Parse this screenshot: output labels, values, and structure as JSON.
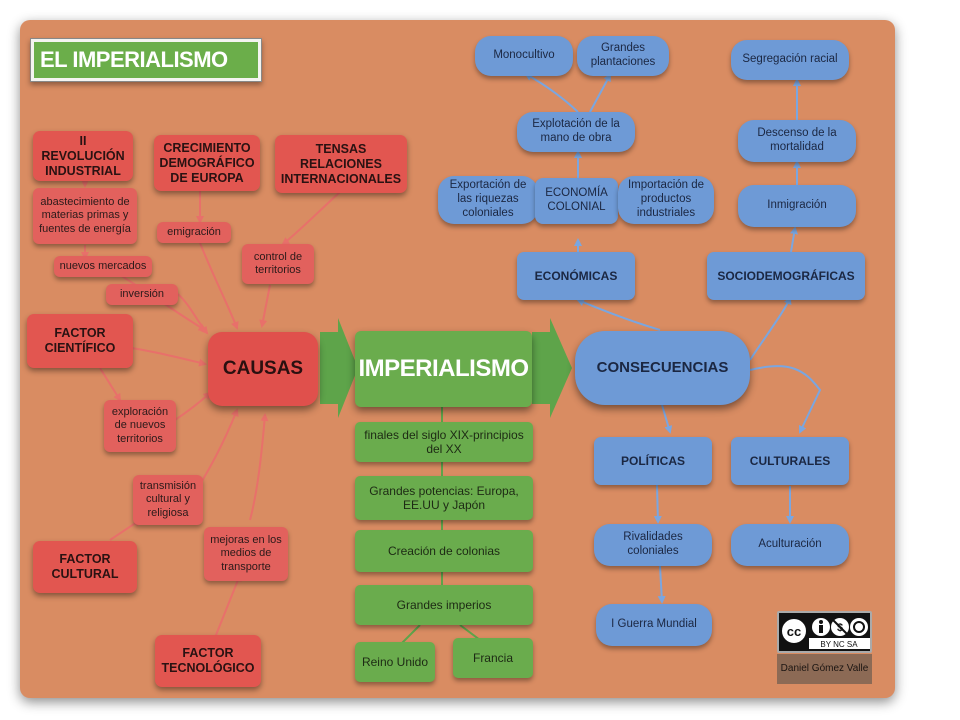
{
  "title": "EL IMPERIALISMO",
  "center": {
    "causas": "CAUSAS",
    "imperialismo": "IMPERIALISMO",
    "consecuencias": "CONSECUENCIAS"
  },
  "causes": {
    "revolucion": "II REVOLUCIÓN INDUSTRIAL",
    "abastecimiento": "abastecimiento de materias primas y fuentes de energía",
    "nuevos_mercados": "nuevos mercados",
    "inversion": "inversión",
    "crecimiento": "CRECIMIENTO DEMOGRÁFICO DE EUROPA",
    "emigracion": "emigración",
    "tensas": "TENSAS RELACIONES INTERNACIONALES",
    "control": "control de territorios",
    "cientifico": "FACTOR CIENTÍFICO",
    "exploracion": "exploración de nuevos territorios",
    "transmision": "transmisión cultural y religiosa",
    "cultural": "FACTOR CULTURAL",
    "mejoras": "mejoras en los medios de transporte",
    "tecnologico": "FACTOR TECNOLÓGICO"
  },
  "imperialism": {
    "finales": "finales del siglo XIX-principios del XX",
    "potencias": "Grandes potencias: Europa, EE.UU y Japón",
    "colonias": "Creación de colonias",
    "imperios": "Grandes imperios",
    "reino_unido": "Reino Unido",
    "francia": "Francia"
  },
  "consequences": {
    "monocultivo": "Monocultivo",
    "plantaciones": "Grandes plantaciones",
    "explotacion": "Explotación de la mano de obra",
    "exportacion": "Exportación de las riquezas coloniales",
    "economia": "ECONOMÍA COLONIAL",
    "importacion": "Importación de productos industriales",
    "economicas": "ECONÓMICAS",
    "segregacion": "Segregación racial",
    "descenso": "Descenso de la mortalidad",
    "inmigracion": "Inmigración",
    "sociodemograficas": "SOCIODEMOGRÁFICAS",
    "politicas": "POLÍTICAS",
    "culturales": "CULTURALES",
    "rivalidades": "Rivalidades coloniales",
    "guerra": "I Guerra Mundial",
    "aculturacion": "Aculturación"
  },
  "license": {
    "badge": "BY NC SA",
    "author": "Daniel Gómez Valle"
  },
  "colors": {
    "background": "#d98c62",
    "red": "#e2615d",
    "green": "#6aac4d",
    "blue": "#6e9ad6",
    "arrow_red": "#e66a63",
    "arrow_blue": "#76a3de"
  }
}
